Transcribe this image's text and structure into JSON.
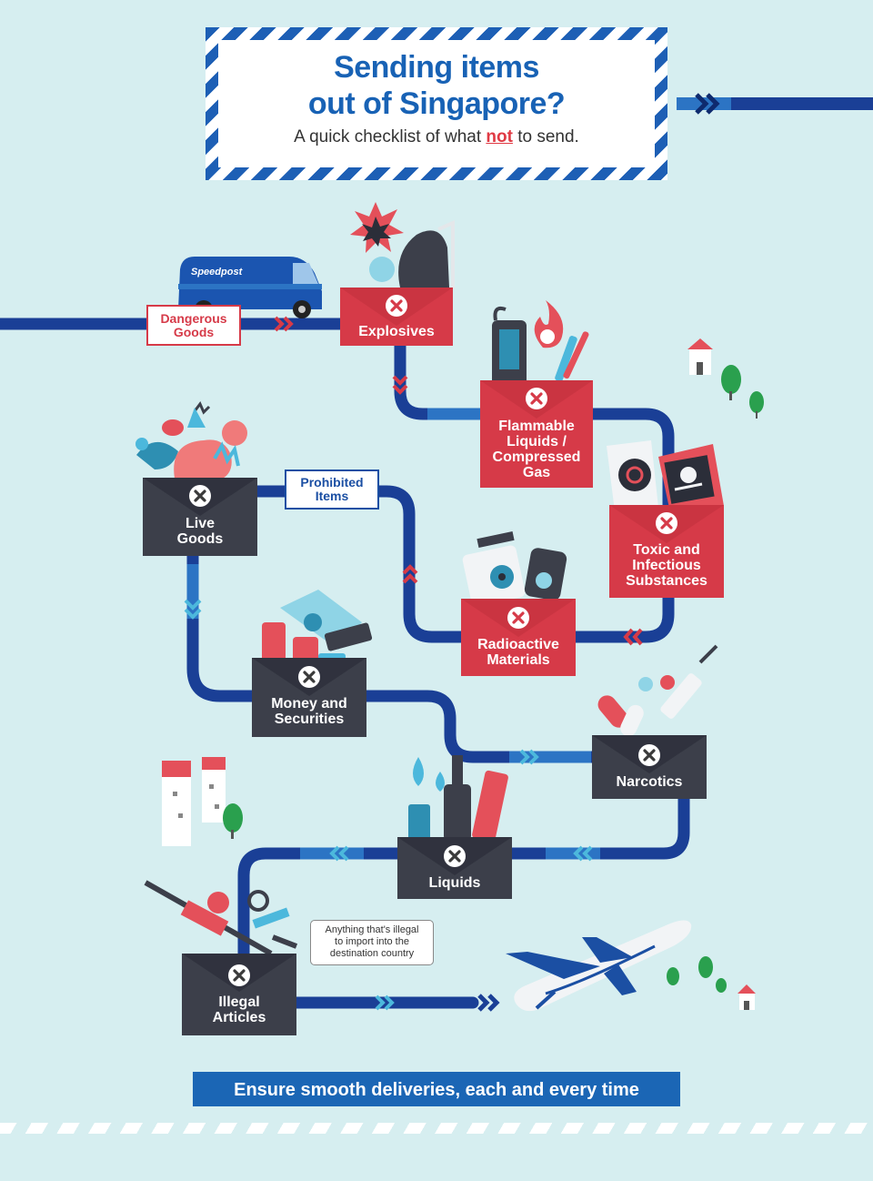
{
  "header": {
    "title_line1": "Sending items",
    "title_line2": "out of Singapore?",
    "subtitle_before": "A quick checklist of what ",
    "subtitle_emphasis": "not",
    "subtitle_after": " to send."
  },
  "van": {
    "brand": "Speedpost"
  },
  "tags": {
    "dangerous_goods_1": "Dangerous",
    "dangerous_goods_2": "Goods",
    "prohibited_items_1": "Prohibited",
    "prohibited_items_2": "Items"
  },
  "boxes": {
    "explosives": {
      "l1": "Explosives"
    },
    "flammable": {
      "l1": "Flammable",
      "l2": "Liquids /",
      "l3": "Compressed",
      "l4": "Gas"
    },
    "toxic": {
      "l1": "Toxic and",
      "l2": "Infectious",
      "l3": "Substances"
    },
    "radioactive": {
      "l1": "Radioactive",
      "l2": "Materials"
    },
    "live_goods": {
      "l1": "Live",
      "l2": "Goods"
    },
    "money": {
      "l1": "Money and",
      "l2": "Securities"
    },
    "narcotics": {
      "l1": "Narcotics"
    },
    "liquids": {
      "l1": "Liquids"
    },
    "illegal": {
      "l1": "Illegal",
      "l2": "Articles"
    }
  },
  "bubble": {
    "l1": "Anything that's illegal",
    "l2": "to import into the",
    "l3": "destination country"
  },
  "footer": {
    "text": "Ensure smooth deliveries, each and every time"
  },
  "colors": {
    "background": "#d6eef0",
    "route_dark": "#1a3f96",
    "route_light": "#2c74c4",
    "chevron": "#4cb8dc",
    "box_red": "#d63a48",
    "box_dark": "#3c3f4a",
    "accent_blue": "#1862b5"
  }
}
